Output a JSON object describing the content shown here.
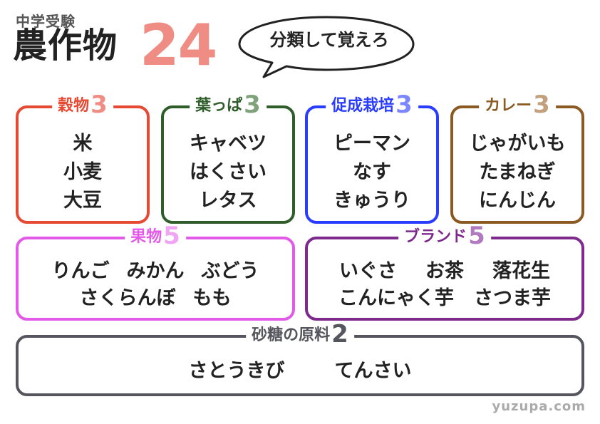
{
  "header": {
    "kicker": "中学受験",
    "title": "農作物",
    "number": "24",
    "bubble": "分類して覚えろ"
  },
  "categories": [
    {
      "label": "穀物",
      "count": "3",
      "color": "#e64a33",
      "count_color": "#ef8d84",
      "items": [
        "米",
        "小麦",
        "大豆"
      ]
    },
    {
      "label": "葉っぱ",
      "count": "3",
      "color": "#2f5e2a",
      "count_color": "#7fa27a",
      "items": [
        "キャベツ",
        "はくさい",
        "レタス"
      ]
    },
    {
      "label": "促成栽培",
      "count": "3",
      "color": "#2a3cff",
      "count_color": "#7c86ff",
      "items": [
        "ピーマン",
        "なす",
        "きゅうり"
      ]
    },
    {
      "label": "カレー",
      "count": "3",
      "color": "#8b5a22",
      "count_color": "#c2a07c",
      "items": [
        "じゃがいも",
        "たまねぎ",
        "にんじん"
      ]
    }
  ],
  "fruit": {
    "label": "果物",
    "count": "5",
    "color": "#e45ae8",
    "count_color": "#f0a6f2",
    "rows": [
      [
        "りんご",
        "みかん",
        "ぶどう"
      ],
      [
        "さくらんぼ",
        "もも"
      ]
    ]
  },
  "brand": {
    "label": "ブランド",
    "count": "5",
    "color": "#7d2a8c",
    "count_color": "#b27ac0",
    "rows": [
      [
        "いぐさ",
        "お茶",
        "落花生"
      ],
      [
        "こんにゃく芋",
        "さつま芋"
      ]
    ]
  },
  "sugar": {
    "label": "砂糖の原料",
    "count": "2",
    "color": "#55555d",
    "count_color": "#55555d",
    "items": [
      "さとうきび",
      "てんさい"
    ]
  },
  "watermark": "yuzupa.com"
}
